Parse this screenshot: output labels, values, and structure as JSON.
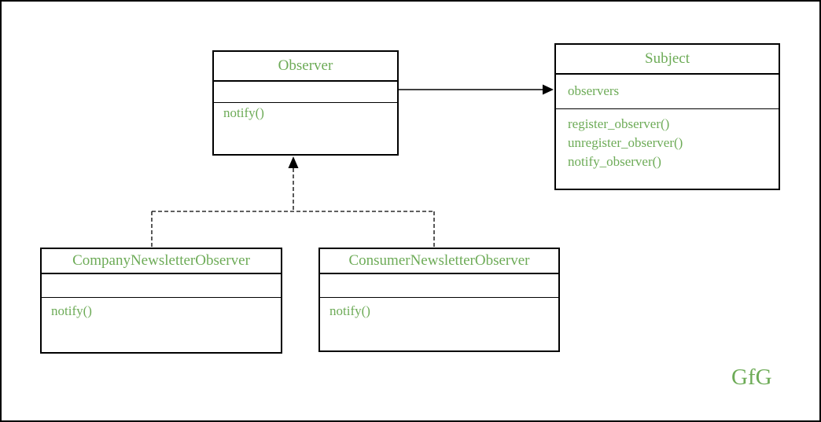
{
  "diagram": {
    "watermark": "GfG",
    "colors": {
      "text_green": "#6dab57",
      "line_black": "#000000",
      "background": "#ffffff"
    },
    "classes": [
      {
        "id": "observer",
        "title": "Observer",
        "attributes": [],
        "methods": [
          "notify()"
        ]
      },
      {
        "id": "subject",
        "title": "Subject",
        "attributes": [
          "observers"
        ],
        "methods": [
          "register_observer()",
          "unregister_observer()",
          "notify_observer()"
        ]
      },
      {
        "id": "company-newsletter-observer",
        "title": "CompanyNewsletterObserver",
        "attributes": [],
        "methods": [
          "notify()"
        ]
      },
      {
        "id": "consumer-newsletter-observer",
        "title": "ConsumerNewsletterObserver",
        "attributes": [],
        "methods": [
          "notify()"
        ]
      }
    ],
    "relations": [
      {
        "from": "Observer",
        "to": "Subject",
        "type": "association",
        "style": "solid-arrow"
      },
      {
        "from": "CompanyNewsletterObserver",
        "to": "Observer",
        "type": "realization",
        "style": "dashed-arrow"
      },
      {
        "from": "ConsumerNewsletterObserver",
        "to": "Observer",
        "type": "realization",
        "style": "dashed-arrow"
      }
    ]
  }
}
